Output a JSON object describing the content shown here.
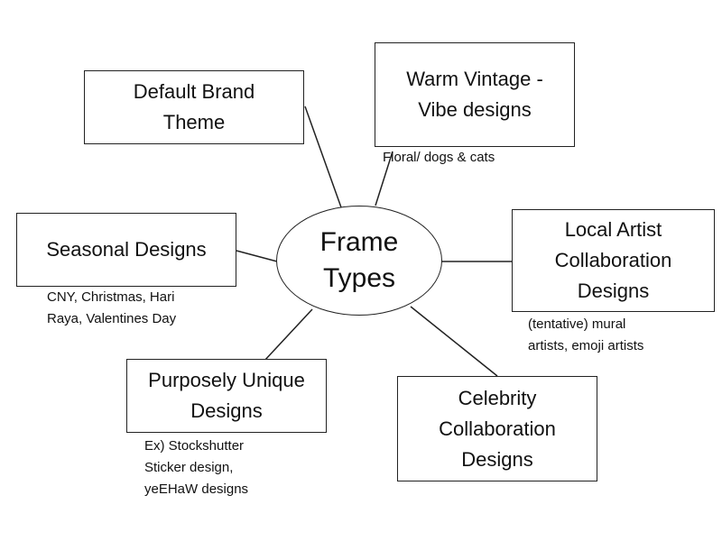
{
  "center": {
    "label": "Frame\nTypes"
  },
  "nodes": {
    "default_brand": {
      "label": "Default Brand\nTheme"
    },
    "warm_vintage": {
      "label": "Warm Vintage -\nVibe designs",
      "note": "Floral/ dogs & cats"
    },
    "seasonal": {
      "label": "Seasonal Designs",
      "note": "CNY, Christmas, Hari\nRaya, Valentines Day"
    },
    "local_artist": {
      "label": "Local Artist\nCollaboration\nDesigns",
      "note": "(tentative) mural\nartists, emoji artists"
    },
    "purposely_unique": {
      "label": "Purposely Unique\nDesigns",
      "note": "Ex) Stockshutter\nSticker design,\nyeEHaW designs"
    },
    "celebrity": {
      "label": "Celebrity\nCollaboration\nDesigns"
    }
  }
}
